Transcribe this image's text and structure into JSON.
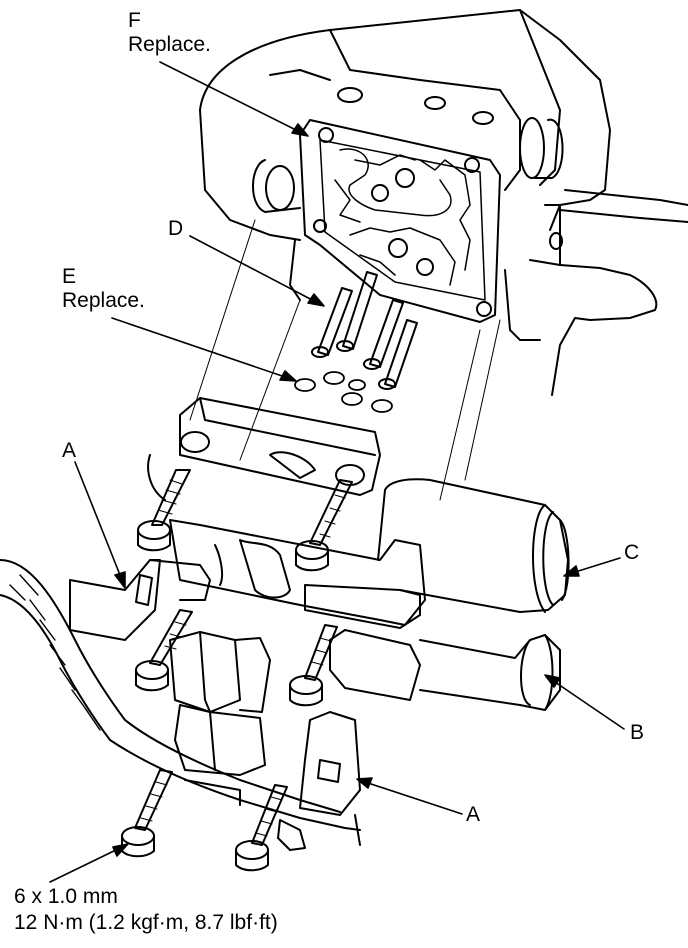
{
  "labels": {
    "F": {
      "letter": "F",
      "note": "Replace."
    },
    "D": {
      "letter": "D"
    },
    "E": {
      "letter": "E",
      "note": "Replace."
    },
    "A_left": {
      "letter": "A"
    },
    "C": {
      "letter": "C"
    },
    "B": {
      "letter": "B"
    },
    "A_right": {
      "letter": "A"
    }
  },
  "spec": {
    "bolt_size": "6 x 1.0 mm",
    "torque": "12 N·m (1.2 kgf·m, 8.7 lbf·ft)"
  }
}
